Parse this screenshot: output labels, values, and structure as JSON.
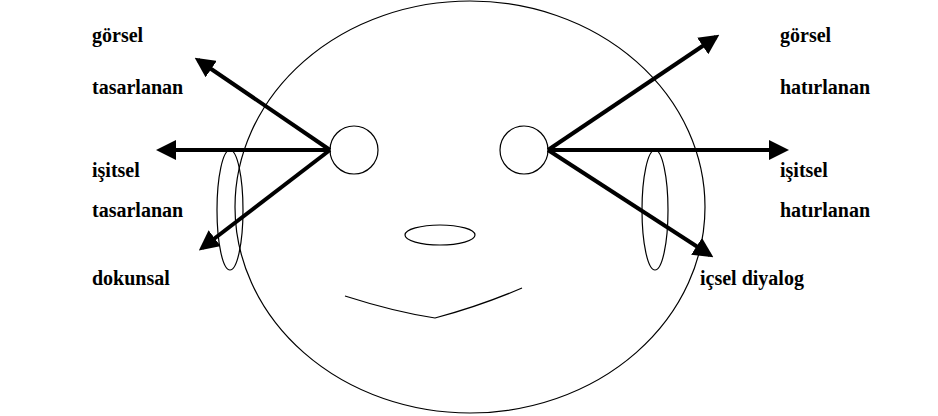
{
  "diagram": {
    "labels": [
      "görsel tasarlanan",
      "işitsel tasarlanan",
      "dokunsal",
      "görsel hatırlanan",
      "işitsel hatırlanan",
      "içsel diyalog"
    ]
  }
}
